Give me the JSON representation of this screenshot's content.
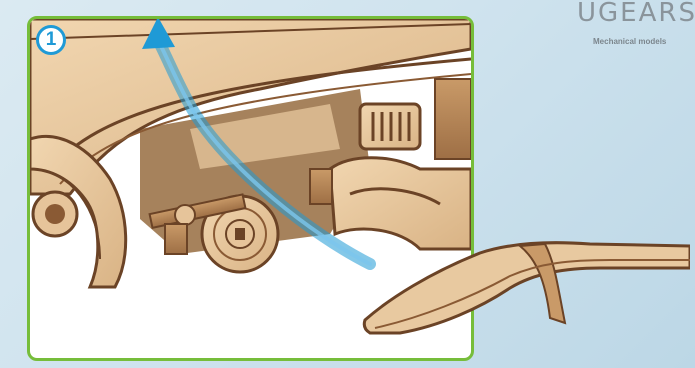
{
  "step": {
    "number": "1"
  },
  "brand": {
    "name": "UGEARS",
    "tagline": "Mechanical models"
  },
  "colors": {
    "panel_border": "#76bd3a",
    "badge": "#1f9ad6",
    "arrow": "#1f9ad6",
    "wood_light": "#e8c9a0",
    "wood_dark": "#6b4326"
  },
  "icons": {
    "arrow": "curved-up-arrow-icon"
  }
}
